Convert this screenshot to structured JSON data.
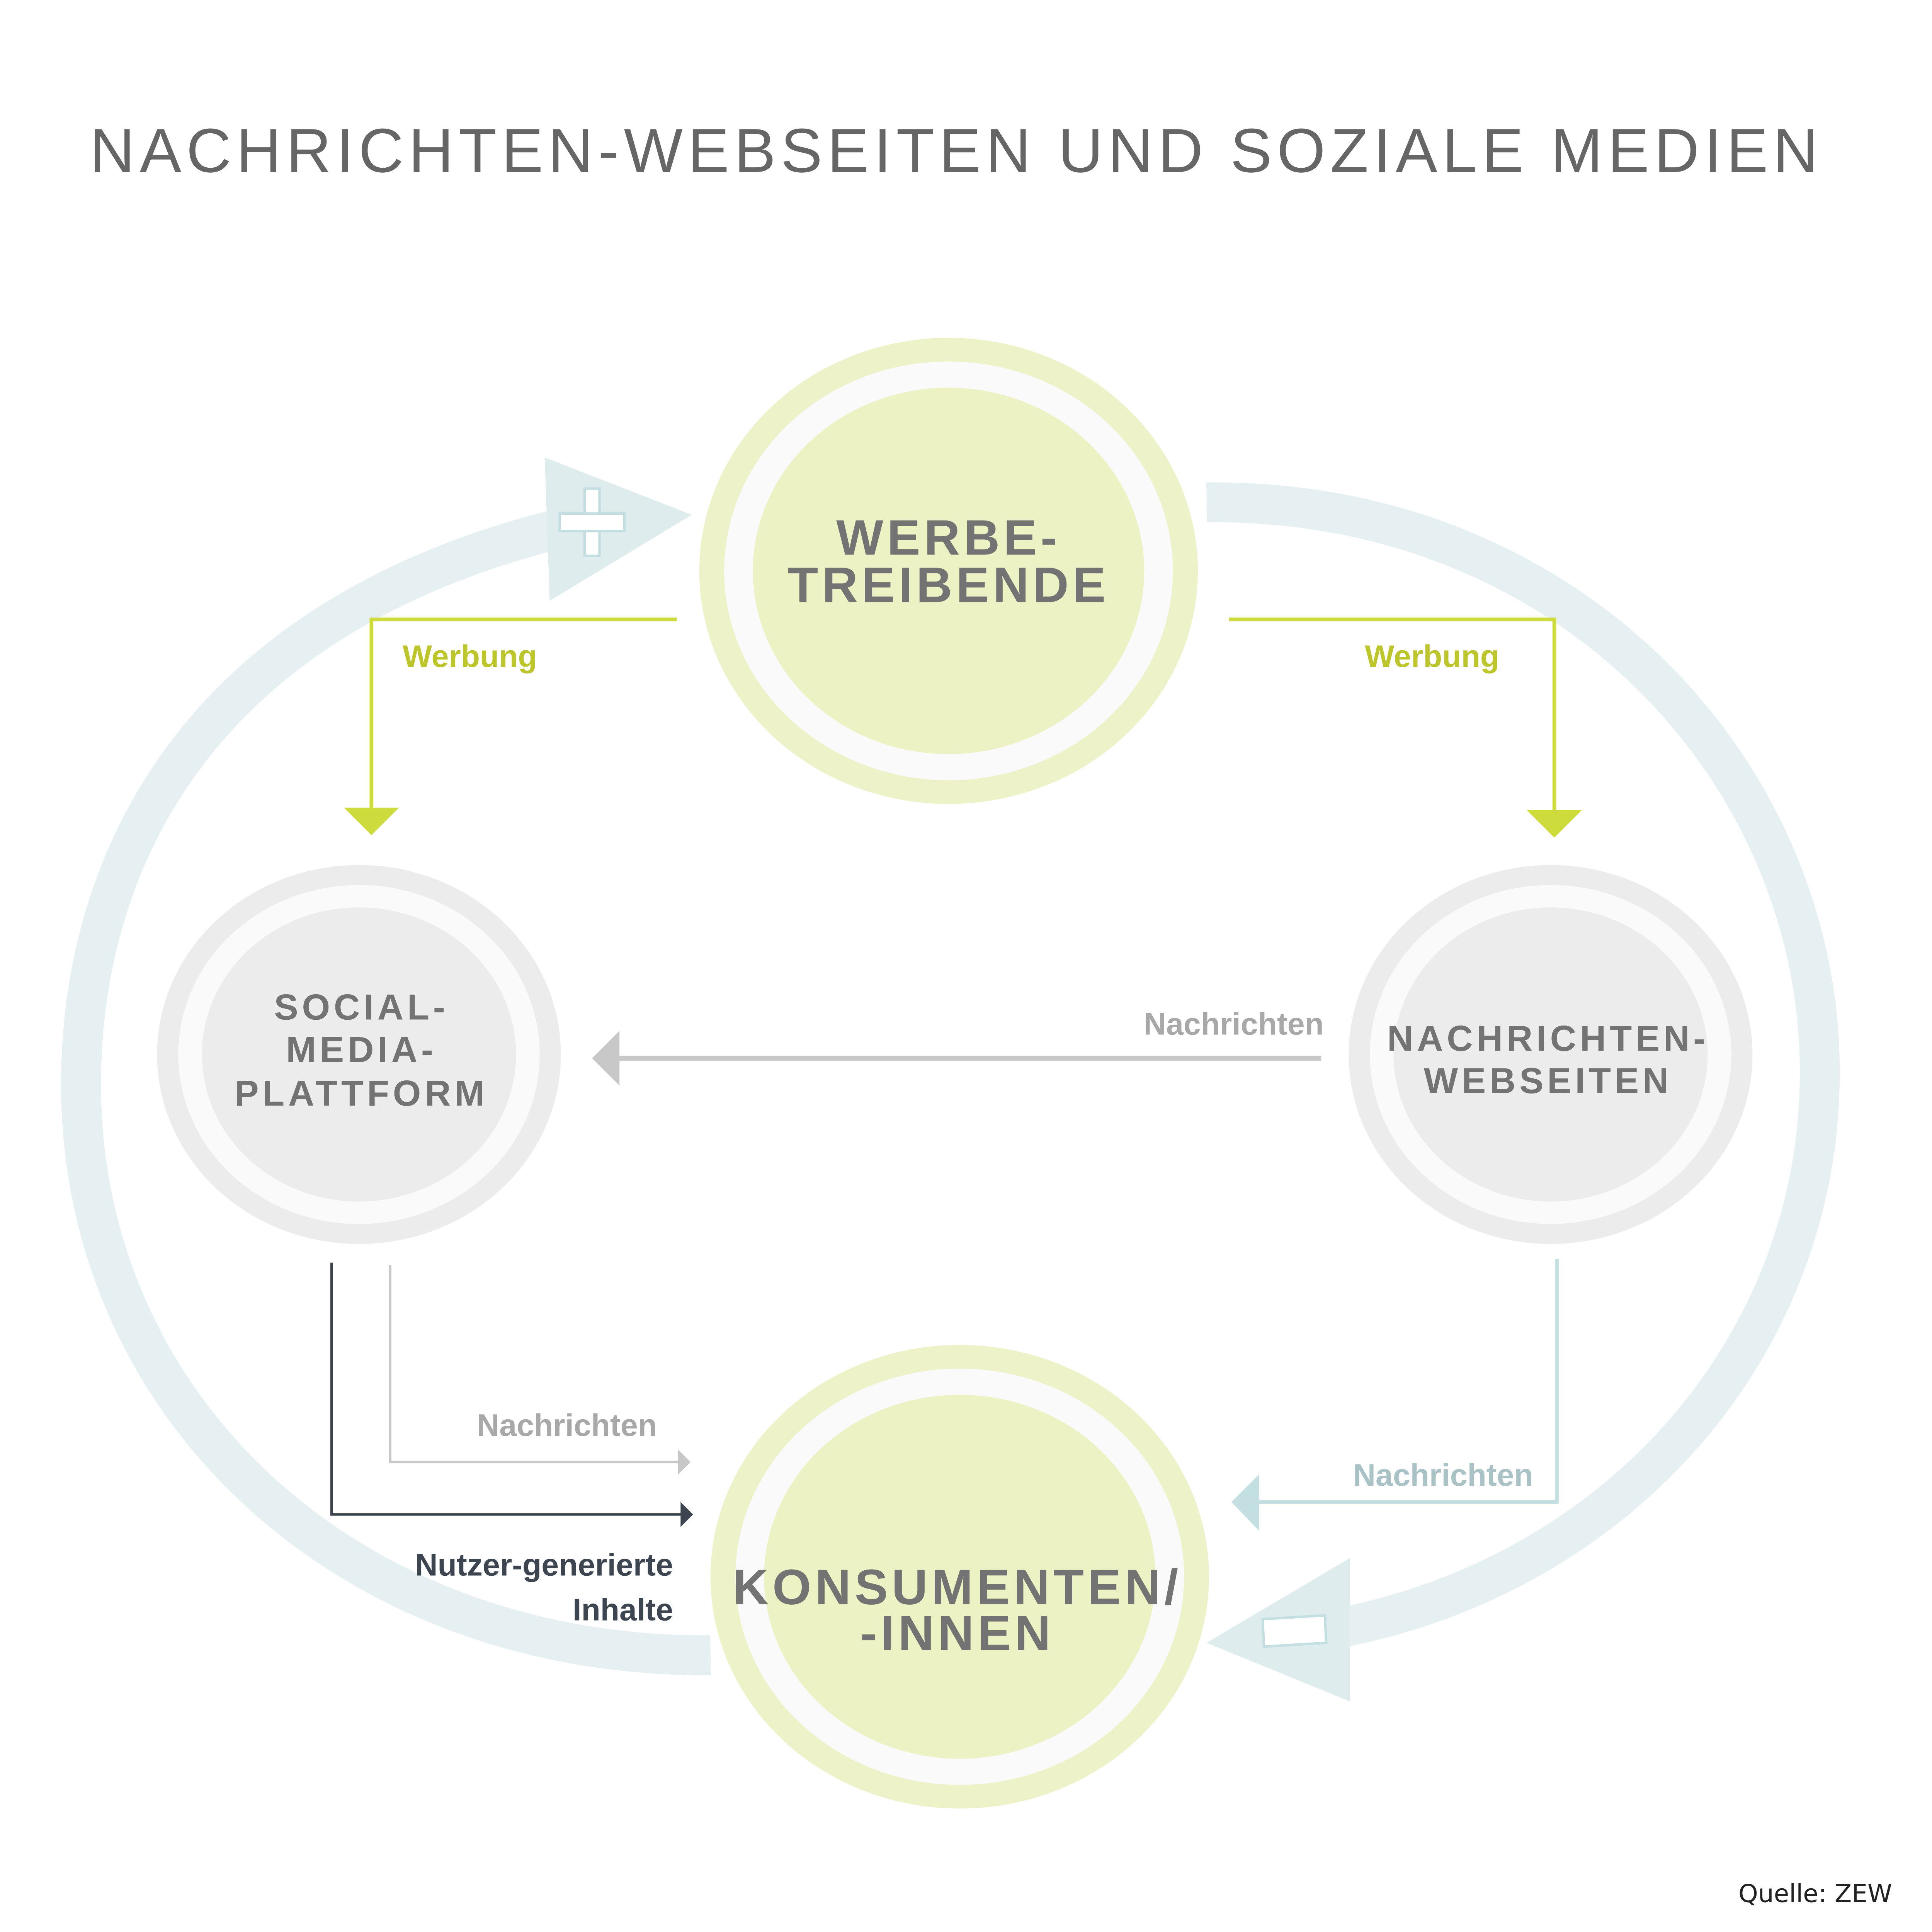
{
  "title": "NACHRICHTEN-WEBSEITEN UND SOZIALE MEDIEN",
  "nodes": {
    "werbetreibende": [
      "WERBE-",
      "TREIBENDE"
    ],
    "social_media": [
      "SOCIAL-",
      "MEDIA-",
      "PLATTFORM"
    ],
    "nachrichten_webseiten": [
      "NACHRICHTEN-",
      "WEBSEITEN"
    ],
    "konsumenten": [
      "KONSUMENTEN/",
      "-INNEN"
    ]
  },
  "flows": {
    "werbung_left": "Werbung",
    "werbung_right": "Werbung",
    "nachrichten_middle": "Nachrichten",
    "nachrichten_social_to_consumer": "Nachrichten",
    "nachrichten_web_to_consumer": "Nachrichten",
    "user_content": [
      "Nutzer-generierte",
      "Inhalte"
    ]
  },
  "feedback": {
    "positive": "+",
    "negative": "−"
  },
  "source": "Quelle: ZEW",
  "colors": {
    "green": "#cddc3a",
    "green_text": "#bcc52a",
    "loop": "#e6eff1",
    "dark": "#3d4650",
    "blue": "#c4dfe2"
  }
}
